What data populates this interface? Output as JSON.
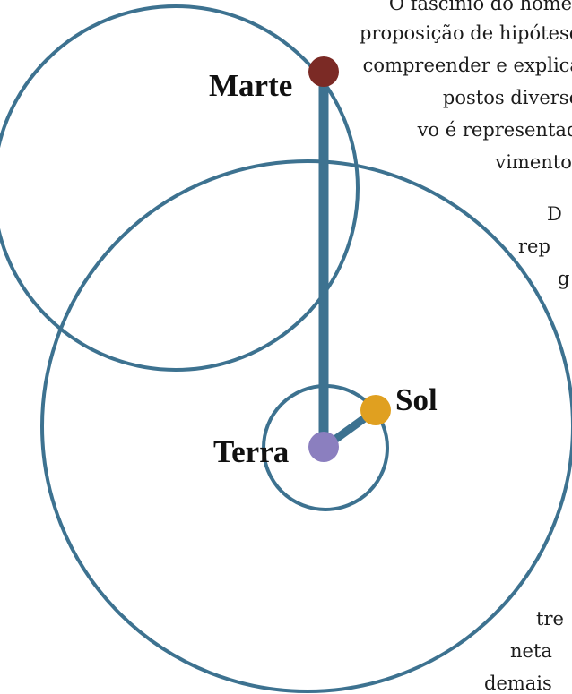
{
  "text_lines": [
    "O fascínio do homem",
    "proposição de hipóteses",
    "compreender e explicar",
    "postos diversos",
    "vo é representado",
    "vimento d",
    "D",
    "rep",
    "g",
    "tre",
    "neta",
    "demais"
  ],
  "labels": {
    "mars": "Marte",
    "sun": "Sol",
    "earth": "Terra"
  },
  "colors": {
    "orbit": "#3d7290",
    "mars": "#7b2a25",
    "sun": "#e0a020",
    "earth": "#8b7fbf"
  }
}
